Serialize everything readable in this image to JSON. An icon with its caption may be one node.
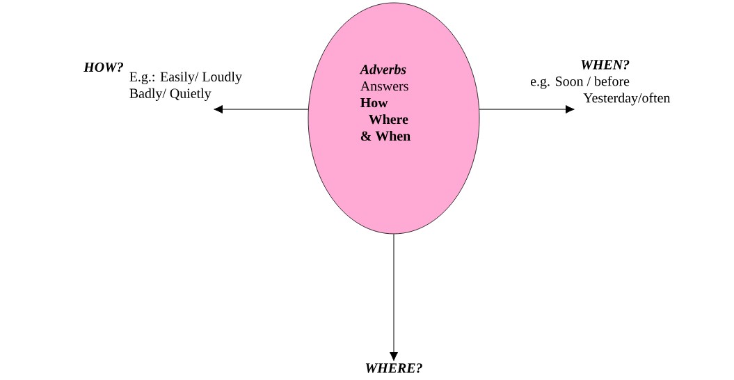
{
  "diagram": {
    "nodes": [
      {
        "text": [
          "Adverbs",
          "Answers",
          "How",
          "Where",
          "& When"
        ]
      },
      {
        "text": [
          "HOW?",
          "E.g.: Easily/ Loudly Badly/ Quietly"
        ]
      },
      {
        "text": [
          "WHEN?",
          "e.g. Soon / before Yesterday/often"
        ]
      },
      {
        "text": [
          "WHERE?"
        ]
      }
    ],
    "edges": [
      {
        "from": 0,
        "to": 1,
        "arrow": "to"
      },
      {
        "from": 0,
        "to": 2,
        "arrow": "to"
      },
      {
        "from": 0,
        "to": 3,
        "arrow": "to"
      }
    ]
  }
}
